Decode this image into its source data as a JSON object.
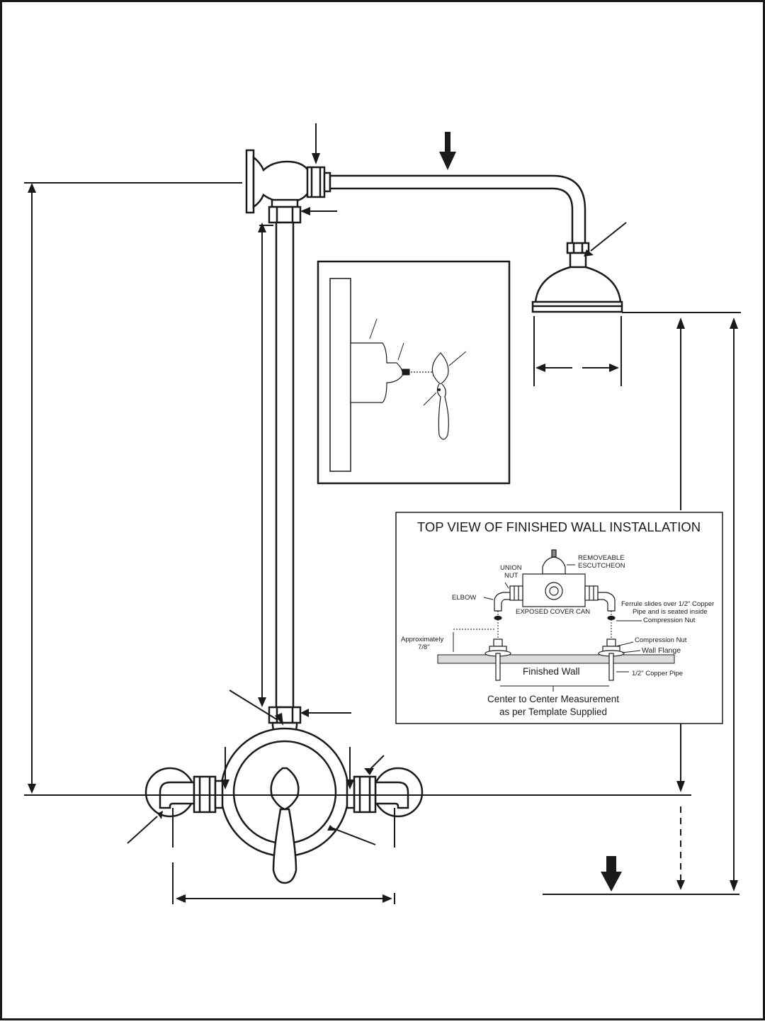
{
  "inset": {
    "title": "TOP VIEW OF FINISHED WALL INSTALLATION",
    "labels": {
      "removeable_1": "REMOVEABLE",
      "removeable_2": "ESCUTCHEON",
      "union_1": "UNION",
      "union_2": "NUT",
      "elbow": "ELBOW",
      "exposed": "EXPOSED COVER CAN",
      "ferrule_1": "Ferrule slides over 1/2\" Copper",
      "ferrule_2": "Pipe and is seated inside",
      "ferrule_3": "Compression Nut",
      "approx_1": "Approximately",
      "approx_2": "7/8\"",
      "compression_nut": "Compression Nut",
      "wall_flange": "Wall Flange",
      "finished_wall": "Finished Wall",
      "copper_pipe": "1/2\" Copper Pipe",
      "center_1": "Center to Center Measurement",
      "center_2": "as per Template Supplied"
    }
  },
  "colors": {
    "line": "#1a1a1a",
    "pipe_fill": "#ffffff",
    "wall_hatch": "#dcdcdc"
  }
}
